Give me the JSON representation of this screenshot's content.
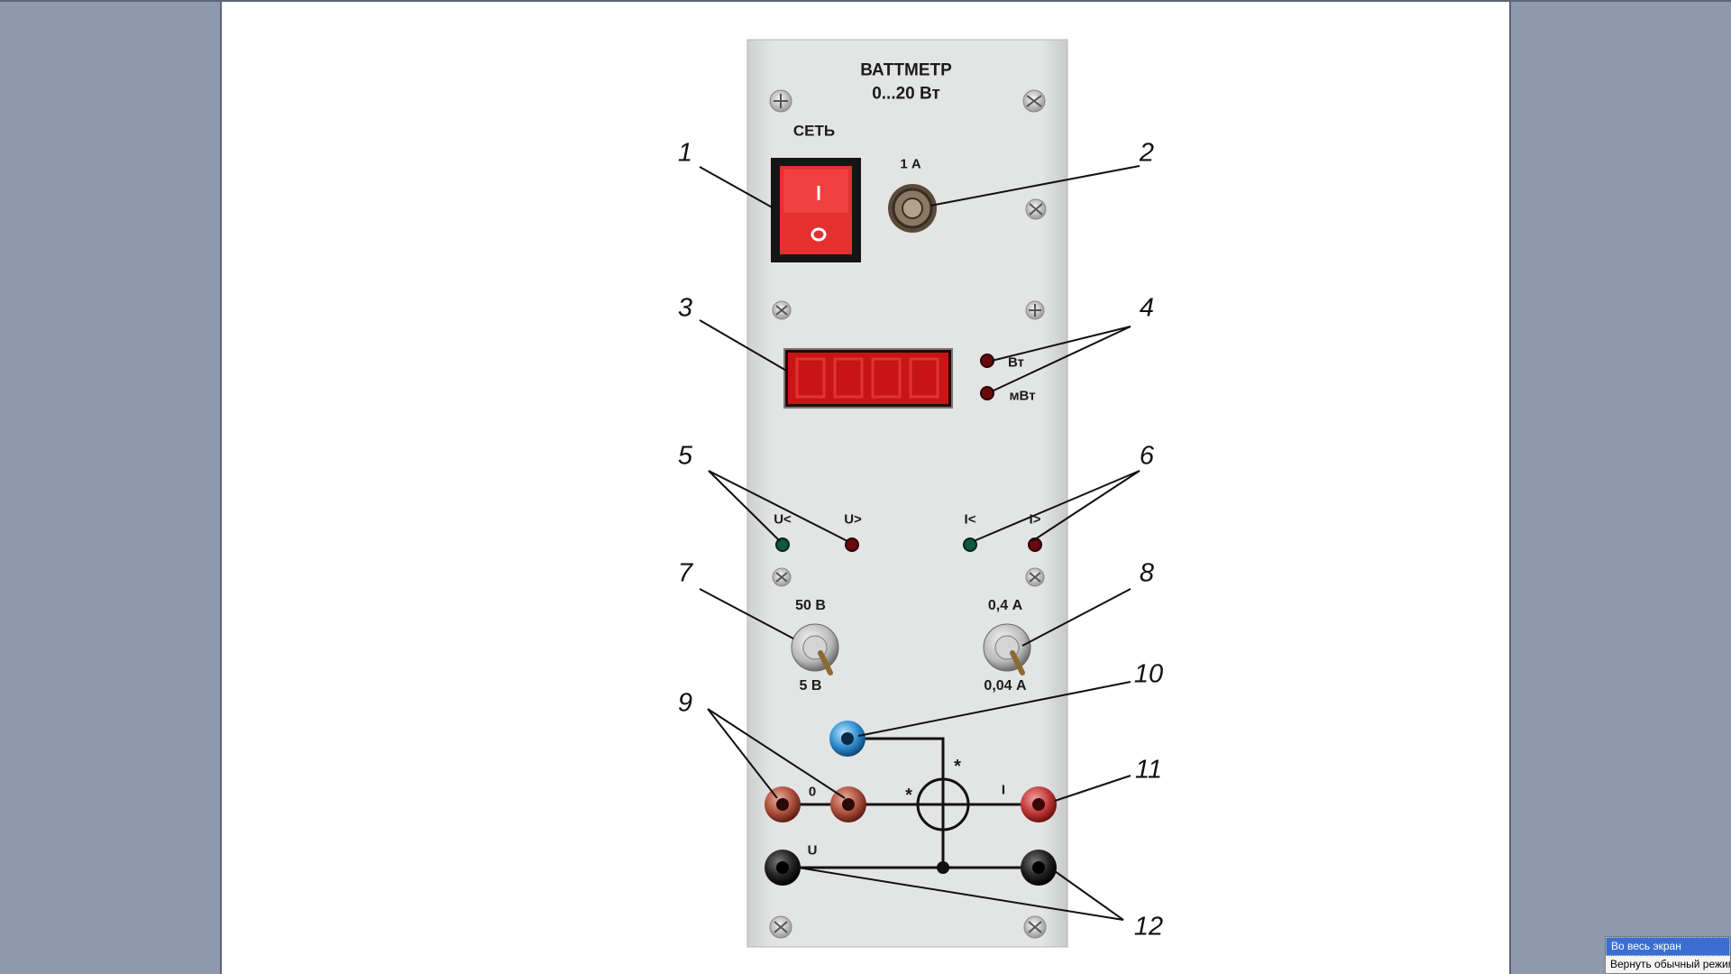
{
  "panel": {
    "title": "ВАТТМЕТР",
    "range": "0...20  Вт",
    "power_switch_label": "СЕТЬ",
    "switch_on_mark": "I",
    "switch_off_mark": "O",
    "fuse_rating": "1 А",
    "unit_w": "Вт",
    "unit_mw": "мВт",
    "u_low": "U<",
    "u_high": "U>",
    "i_low": "I<",
    "i_high": "I>",
    "voltage_range_high": "50 В",
    "voltage_range_low": "5 В",
    "current_range_high": "0,4 А",
    "current_range_low": "0,04 А",
    "terminal_zero": "0",
    "terminal_current": "I",
    "terminal_voltage": "U",
    "star": "*"
  },
  "callouts": [
    "1",
    "2",
    "3",
    "4",
    "5",
    "6",
    "7",
    "8",
    "9",
    "10",
    "11",
    "12"
  ],
  "context_menu": {
    "items": [
      "Во весь экран",
      "Вернуть обычный режим"
    ],
    "selected": "Во весь экран"
  },
  "colors": {
    "background": "#8e98ae",
    "panel": "#dfe0e0",
    "switch_red": "#e53030",
    "display_red": "#c81414",
    "led_green": "#0f5a3a",
    "led_red": "#6a0a0a",
    "jack_blue": "#2f8fd0",
    "jack_red": "#b02828"
  }
}
